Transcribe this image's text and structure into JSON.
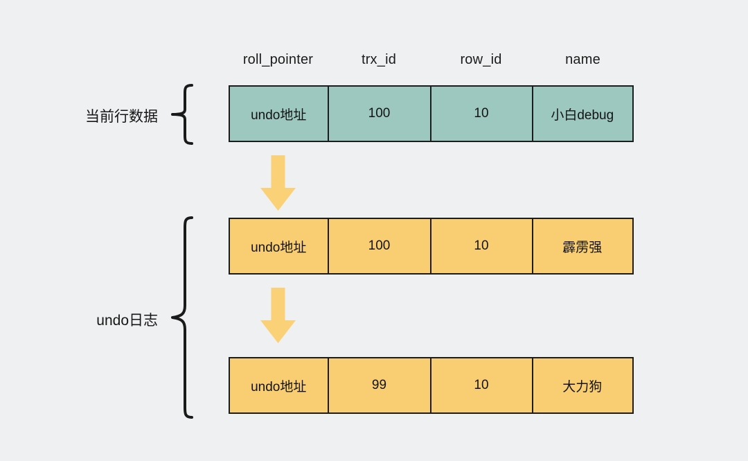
{
  "diagram": {
    "background_color": "#eff0f1",
    "columns": [
      {
        "key": "roll_pointer",
        "label": "roll_pointer"
      },
      {
        "key": "trx_id",
        "label": "trx_id"
      },
      {
        "key": "row_id",
        "label": "row_id"
      },
      {
        "key": "name",
        "label": "name"
      }
    ],
    "groups": [
      {
        "id": "current-row",
        "label": "当前行数据",
        "brace": "left-curly-brace"
      },
      {
        "id": "undo-log",
        "label": "undo日志",
        "brace": "left-curly-brace"
      }
    ],
    "rows": [
      {
        "id": "current-row",
        "group": "current-row",
        "fill_color": "#9dc8c0",
        "border_color": "#1c1c1c",
        "cells": [
          "undo地址",
          "100",
          "10",
          "小白debug"
        ]
      },
      {
        "id": "undo-entry-1",
        "group": "undo-log",
        "fill_color": "#f9ce72",
        "border_color": "#1c1c1c",
        "cells": [
          "undo地址",
          "100",
          "10",
          "霹雳强"
        ]
      },
      {
        "id": "undo-entry-2",
        "group": "undo-log",
        "fill_color": "#f9ce72",
        "border_color": "#1c1c1c",
        "cells": [
          "undo地址",
          "99",
          "10",
          "大力狗"
        ]
      }
    ],
    "arrows": [
      {
        "id": "arrow-current-to-undo1",
        "direction": "down",
        "color": "#fbd177",
        "icon": "down-arrow-icon"
      },
      {
        "id": "arrow-undo1-to-undo2",
        "direction": "down",
        "color": "#fbd177",
        "icon": "down-arrow-icon"
      }
    ]
  }
}
